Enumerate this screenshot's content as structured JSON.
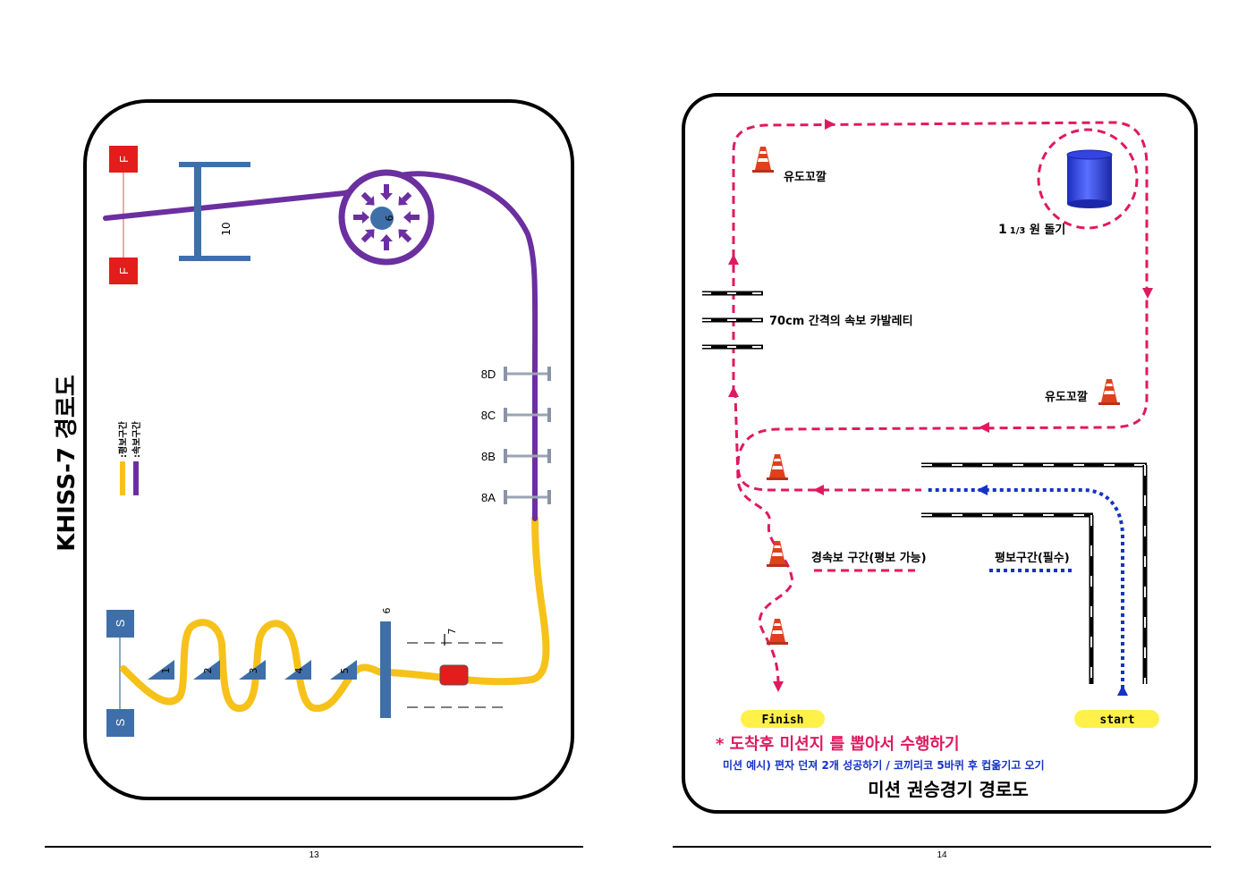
{
  "left_page": {
    "title": "KHISS-7 경로도",
    "legend": {
      "walk": ":평보구간",
      "fast": ":속보구간"
    },
    "finish_label": "F",
    "start_label": "S",
    "cones": [
      "1",
      "2",
      "3",
      "4",
      "5"
    ],
    "gate_6_label": "6",
    "box_7_label": "7",
    "circle_9_label": "9",
    "gate_10_label": "10",
    "cavaletti": [
      "8A",
      "8B",
      "8C",
      "8D"
    ],
    "page_number": "13",
    "colors": {
      "walk": "#f6c21a",
      "fast": "#6b2fa0",
      "marker": "#e31c1c",
      "obstacle": "#3f6fa8",
      "box": "#e31c1c"
    }
  },
  "right_page": {
    "cone_top_label": "유도꼬깔",
    "barrel_label_main": "1",
    "barrel_label_frac": "1/3",
    "barrel_label_rest": " 원 돌기",
    "cavaletti_label": "70cm 간격의  속보 카발레티",
    "cone_right_label": "유도꼬깔",
    "fast_zone_label": "경속보 구간(평보 가능)",
    "walk_zone_label": "평보구간(필수)",
    "finish": "Finish",
    "start": "start",
    "mission_note": "* 도착후 미션지 를 뽑아서 수행하기",
    "mission_example": "미션 예시) 편자 던져 2개 성공하기 / 코끼리코 5바퀴 후 컵옮기고 오기",
    "title": "미션 권승경기  경로도",
    "page_number": "14",
    "colors": {
      "pink": "#e0195f",
      "blue": "#1632c8",
      "yellow": "#fff04a",
      "cone": "#e0401c",
      "barrel": "#2a3fd8"
    }
  }
}
